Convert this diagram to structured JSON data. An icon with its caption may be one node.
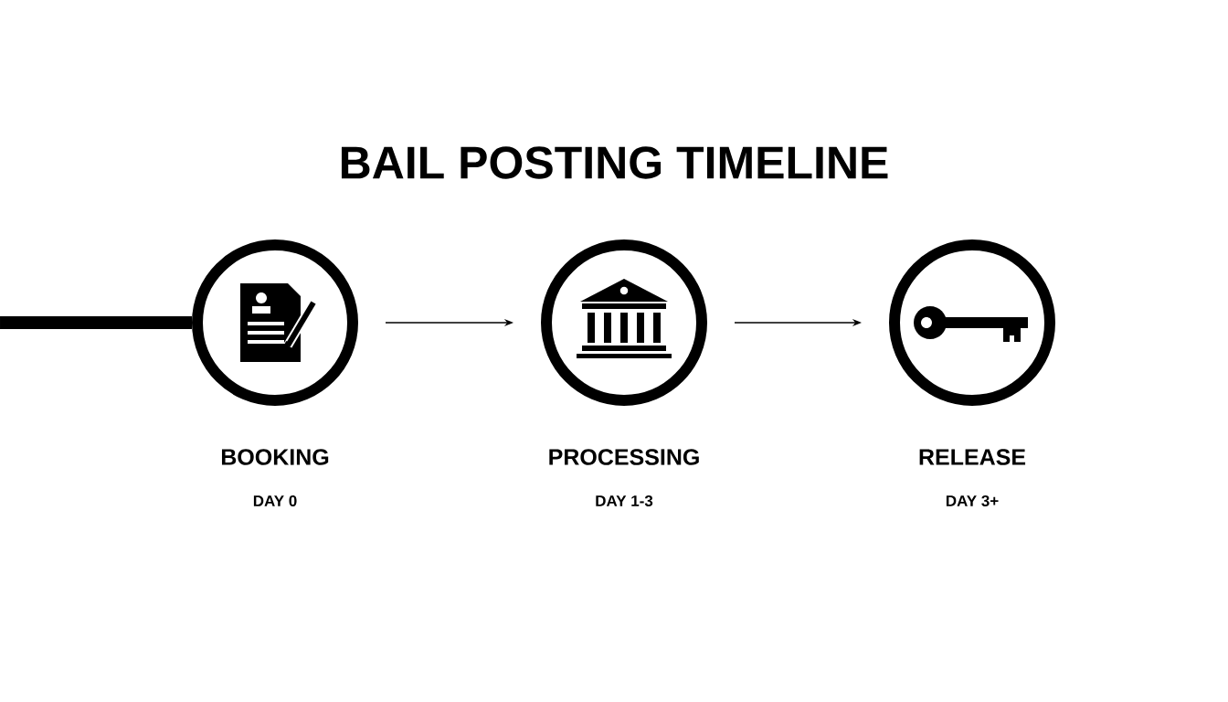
{
  "diagram": {
    "title": "BAIL POSTING TIMELINE",
    "nodes": [
      {
        "text": [
          "BOOKING"
        ]
      },
      {
        "text": [
          "PROCESSING"
        ]
      },
      {
        "text": [
          "RELEASE"
        ]
      }
    ],
    "edges": [
      {
        "from": null,
        "to": 0,
        "arrow": "none",
        "style": "thick"
      },
      {
        "from": 0,
        "to": 1,
        "arrow": "to"
      },
      {
        "from": 1,
        "to": 2,
        "arrow": "to"
      }
    ],
    "labels": [
      "DAY 0",
      "DAY 1-3",
      "DAY 3+"
    ]
  }
}
